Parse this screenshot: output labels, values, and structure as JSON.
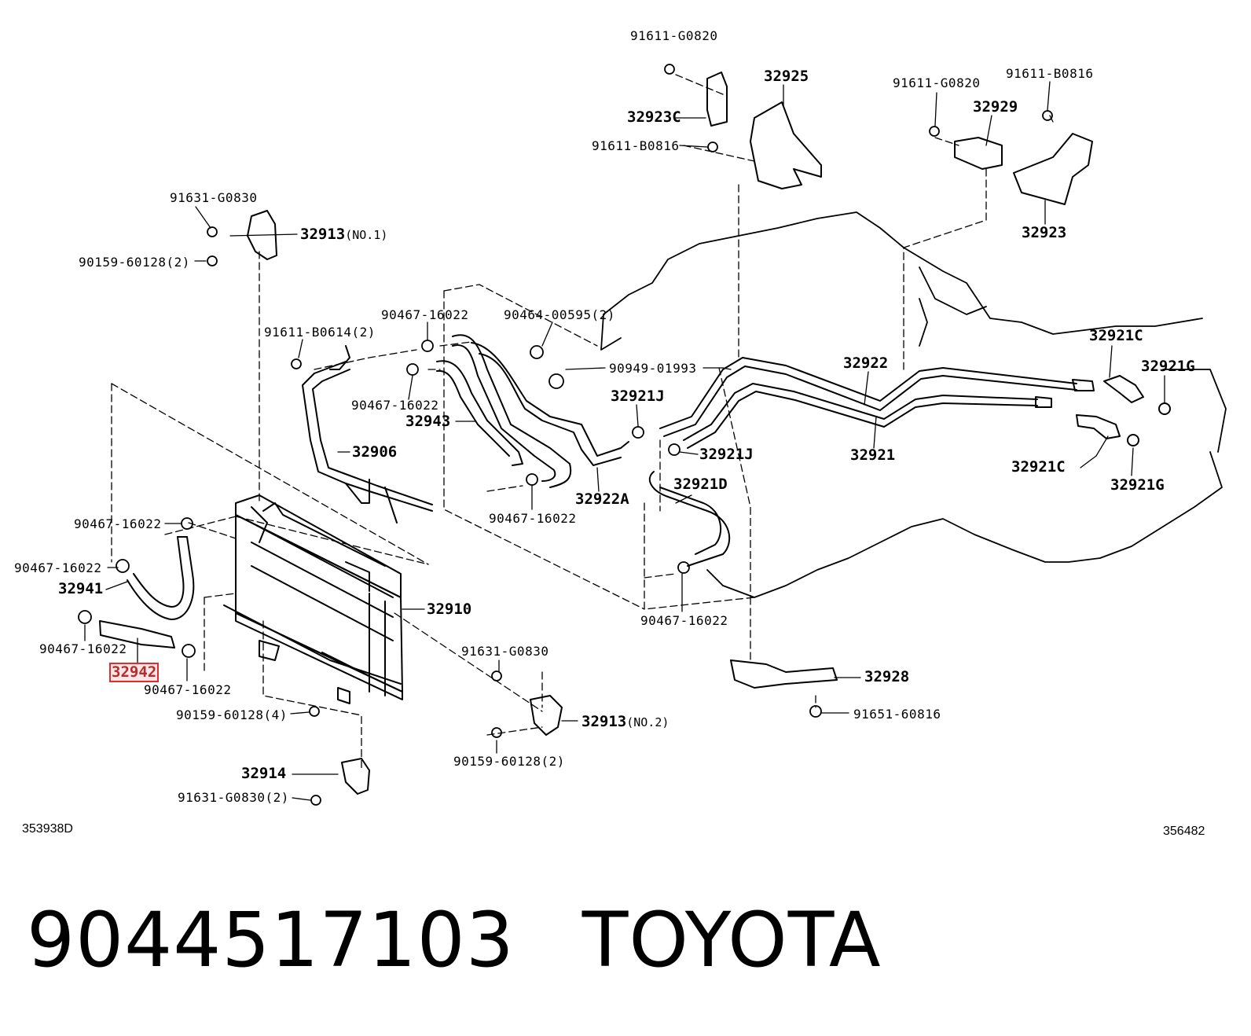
{
  "highlight_color": "#e22c2c",
  "labels": {
    "l_91611_g0820_top": "91611-G0820",
    "l_32925": "32925",
    "l_32923c": "32923C",
    "l_91611_b0816_mid": "91611-B0816",
    "l_91611_g0820_right": "91611-G0820",
    "l_91611_b0816_right": "91611-B0816",
    "l_32929": "32929",
    "l_32923": "32923",
    "l_91631_g0830_top": "91631-G0830",
    "l_32913_no1": "32913",
    "l_32913_no1_sub": "(NO.1)",
    "l_90159_60128_2_top": "90159-60128(2)",
    "l_90467_16022_a": "90467-16022",
    "l_90464_00595": "90464-00595(2)",
    "l_91611_b0614": "91611-B0614(2)",
    "l_90949_01993": "90949-01993",
    "l_90467_16022_b": "90467-16022",
    "l_32943": "32943",
    "l_32921j_top": "32921J",
    "l_32922": "32922",
    "l_32921c_top": "32921C",
    "l_32921g_top": "32921G",
    "l_32906": "32906",
    "l_32921j_mid": "32921J",
    "l_32921": "32921",
    "l_32921c_bot": "32921C",
    "l_32921g_bot": "32921G",
    "l_32921d": "32921D",
    "l_32922a": "32922A",
    "l_90467_16022_c": "90467-16022",
    "l_90467_16022_d": "90467-16022",
    "l_90467_16022_e": "90467-16022",
    "l_32941": "32941",
    "l_32910": "32910",
    "l_90467_16022_f": "90467-16022",
    "l_90467_16022_g": "90467-16022",
    "l_32942": "32942",
    "l_90467_16022_h": "90467-16022",
    "l_91631_g0830_mid": "91631-G0830",
    "l_32928": "32928",
    "l_90159_60128_4": "90159-60128(4)",
    "l_32913_no2": "32913",
    "l_32913_no2_sub": "(NO.2)",
    "l_91651_60816": "91651-60816",
    "l_90159_60128_2_bot": "90159-60128(2)",
    "l_32914": "32914",
    "l_91631_g0830_2": "91631-G0830(2)"
  },
  "refs": {
    "left": "353938D",
    "right": "356482"
  },
  "caption": {
    "part_number": "9044517103",
    "brand": "TOYOTA"
  }
}
